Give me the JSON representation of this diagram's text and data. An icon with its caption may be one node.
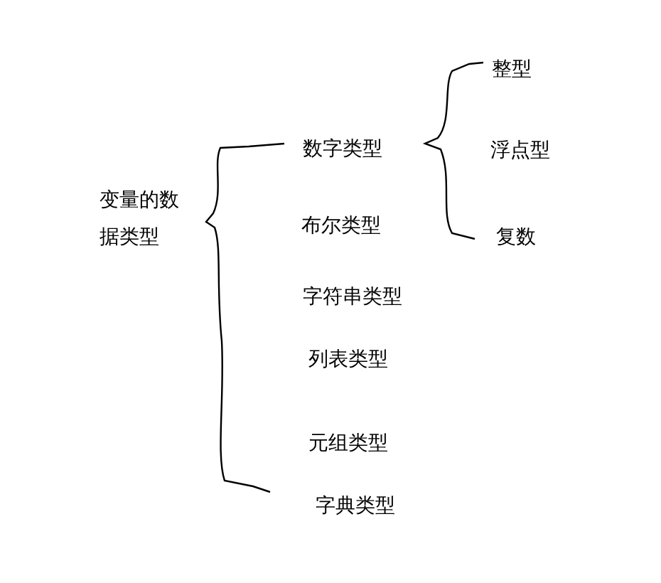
{
  "diagram": {
    "labels": [
      "变量的数据类型",
      "数字类型",
      "整型",
      "浮点型",
      "复数",
      "布尔类型",
      "字符串类型",
      "列表类型",
      "元组类型",
      "字典类型"
    ]
  }
}
